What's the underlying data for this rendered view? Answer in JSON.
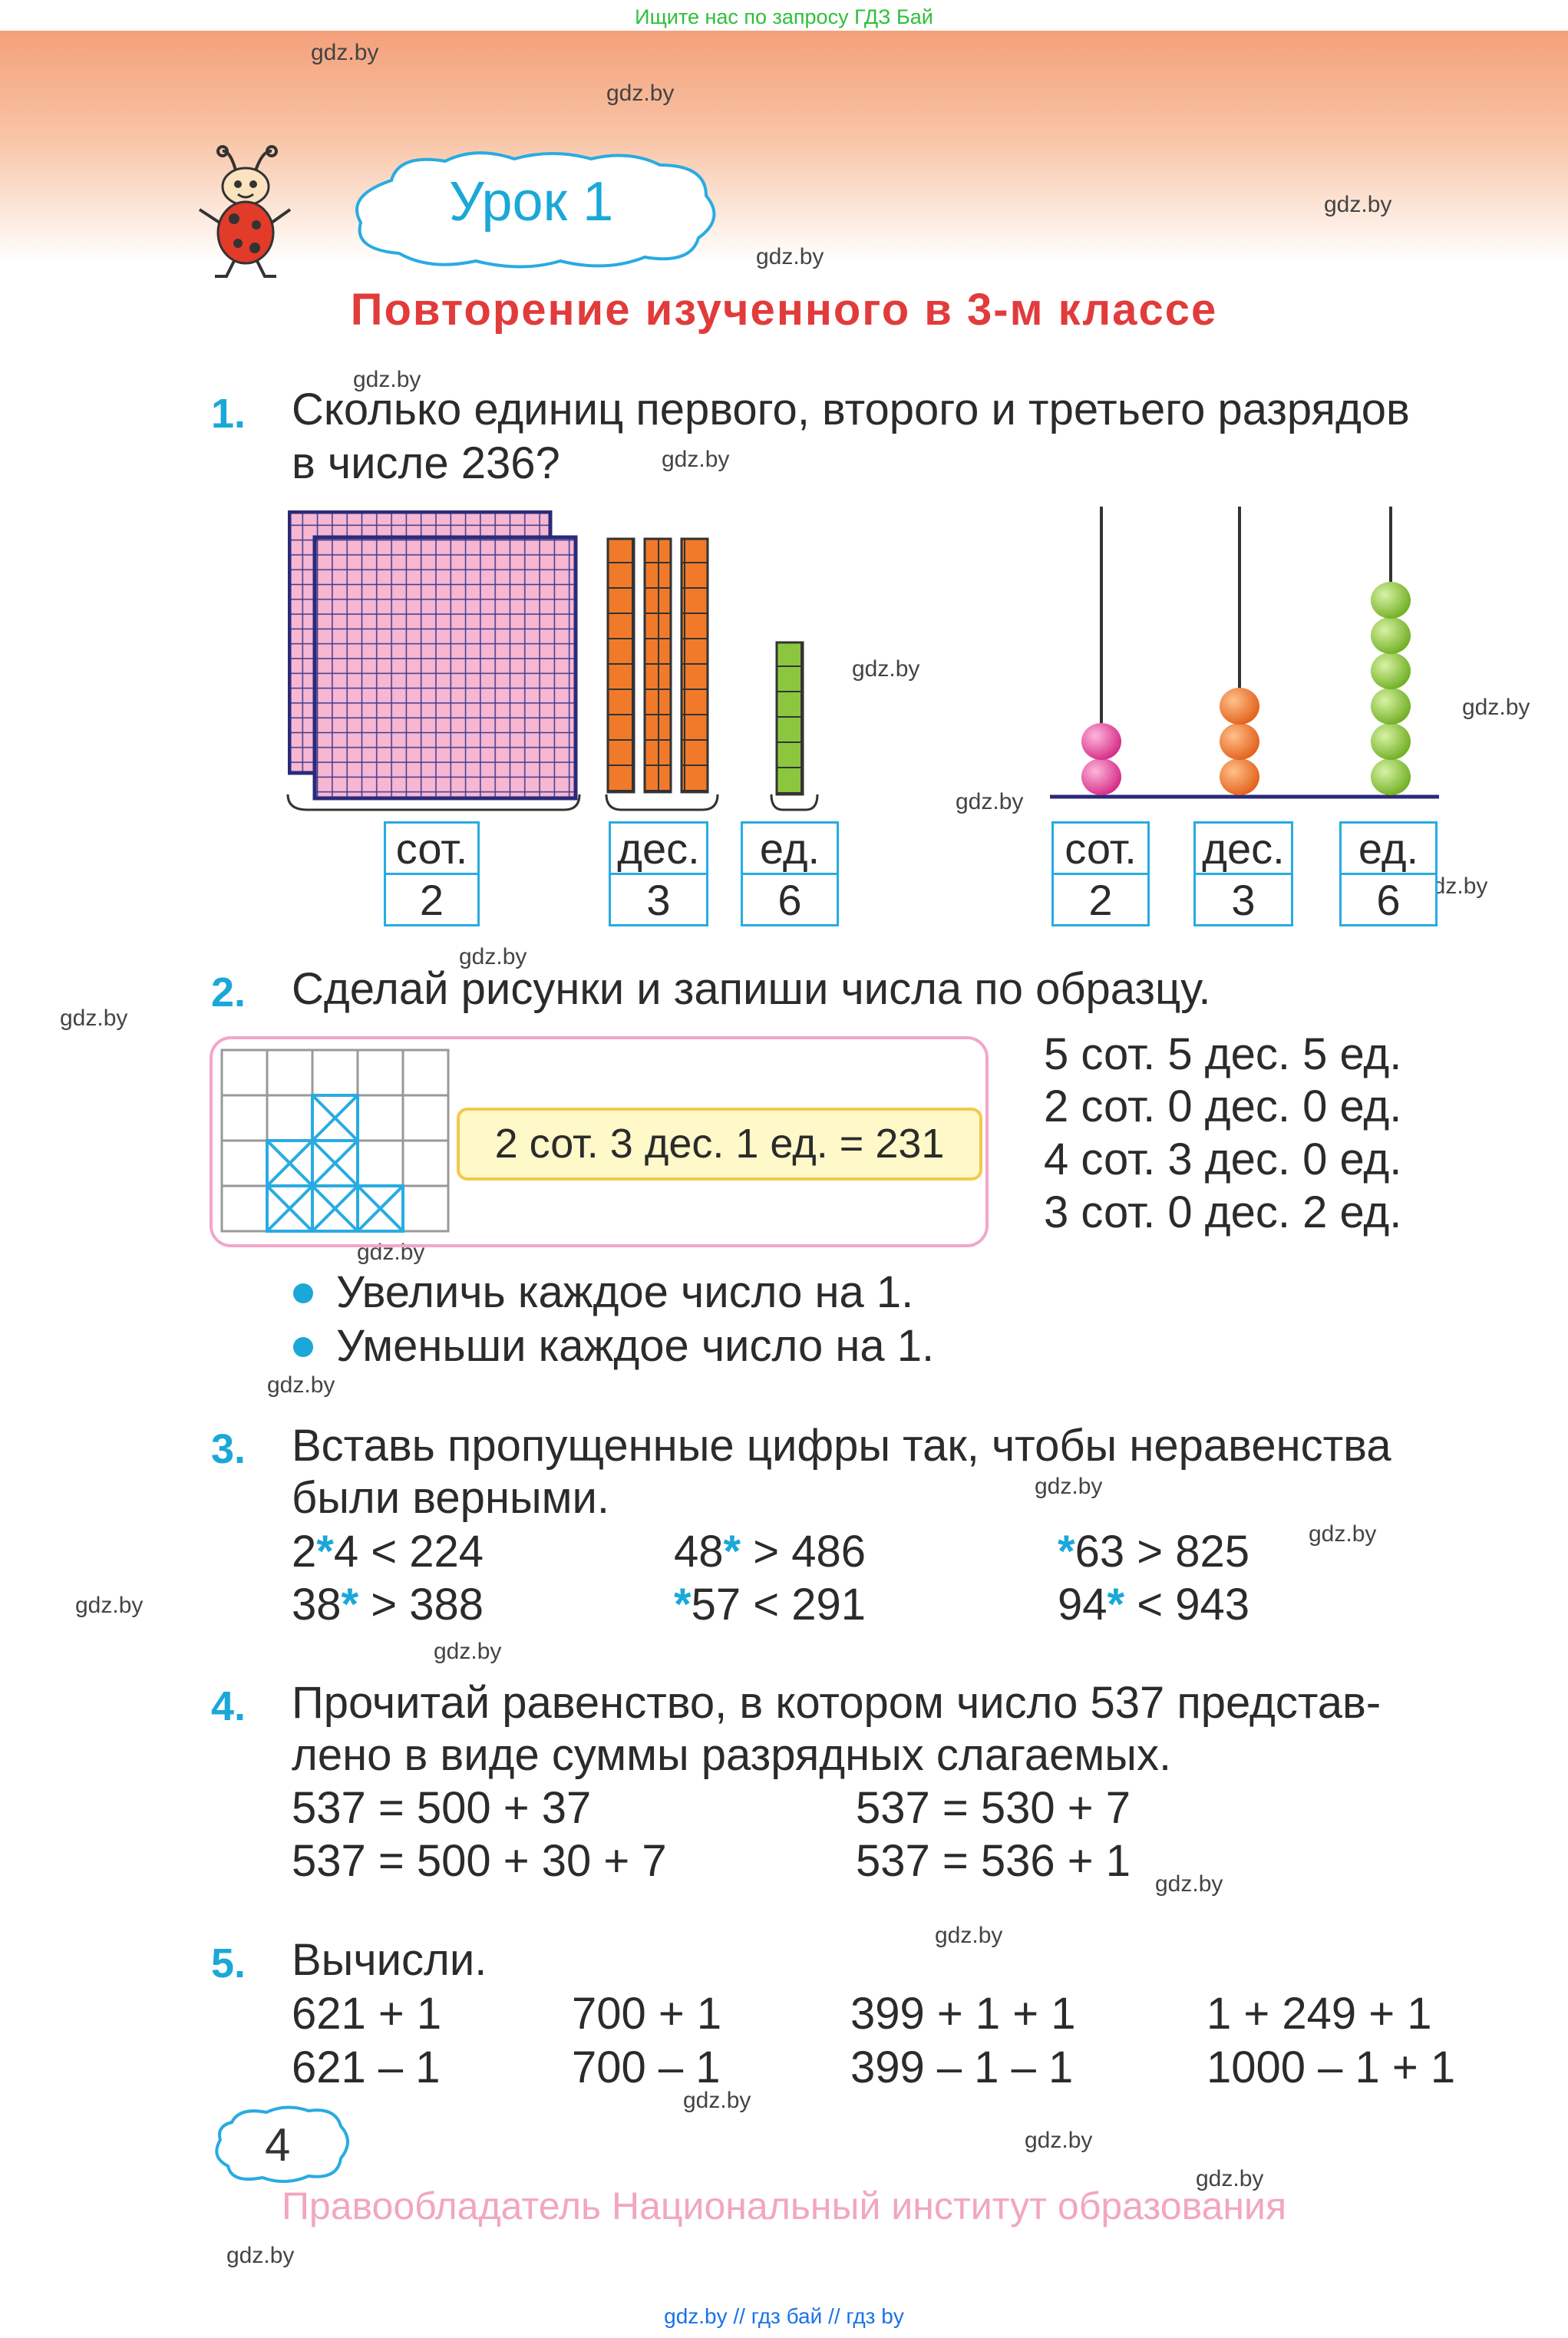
{
  "top_banner": "Ищите нас по запросу ГДЗ Бай",
  "watermark": "gdz.by",
  "lesson_label": "Урок 1",
  "title": "Повторение изученного в 3-м классе",
  "task1": {
    "number": "1.",
    "text_line1": "Сколько единиц первого, второго и третьего разрядов",
    "text_line2": "в числе 236?",
    "labels": [
      "сот.",
      "дес.",
      "ед."
    ],
    "values": [
      "2",
      "3",
      "6"
    ]
  },
  "task2": {
    "number": "2.",
    "text": "Сделай рисунки и запиши числа по образцу.",
    "sample": "2 сот. 3 дес. 1 ед. = 231",
    "items": [
      "5 сот. 5 дес. 5 ед.",
      "2 сот. 0 дес. 0 ед.",
      "4 сот. 3 дес. 0 ед.",
      "3 сот. 0 дес. 2 ед."
    ],
    "bullets": [
      "Увеличь каждое число на 1.",
      "Уменьши каждое число на 1."
    ]
  },
  "task3": {
    "number": "3.",
    "text_line1": "Вставь пропущенные цифры так, чтобы неравенства",
    "text_line2": "были верными.",
    "r1c1": {
      "a": "2",
      "b": "4 < 224"
    },
    "r1c2": {
      "a": "48",
      "b": " > 486"
    },
    "r1c3": {
      "a": "",
      "b": "63 > 825"
    },
    "r2c1": {
      "a": "38",
      "b": " > 388"
    },
    "r2c2": {
      "a": "",
      "b": "57 < 291"
    },
    "r2c3": {
      "a": "94",
      "b": " < 943"
    },
    "star": "*"
  },
  "task4": {
    "number": "4.",
    "text_line1": "Прочитай равенство, в котором число 537 представ-",
    "text_line2": "лено в виде суммы разрядных слагаемых.",
    "eq": [
      "537 = 500 + 37",
      "537 = 530 + 7",
      "537 = 500 + 30 + 7",
      "537 = 536 + 1"
    ]
  },
  "task5": {
    "number": "5.",
    "text": "Вычисли.",
    "row1": [
      "621 + 1",
      "700 + 1",
      "399 + 1 + 1",
      "1 + 249 + 1"
    ],
    "row2": [
      "621 – 1",
      "700 – 1",
      "399 – 1 – 1",
      "1000 – 1 + 1"
    ]
  },
  "page_number": "4",
  "copyright": "Правообладатель Национальный институт образования",
  "bottom_links": "gdz.by  //  гдз бай  //  гдз by",
  "colors": {
    "accent_blue": "#1aa8d8",
    "title_red": "#e23b3b",
    "pink_beads": "#e0489a",
    "orange": "#f07a2a",
    "green": "#8cc63f"
  }
}
